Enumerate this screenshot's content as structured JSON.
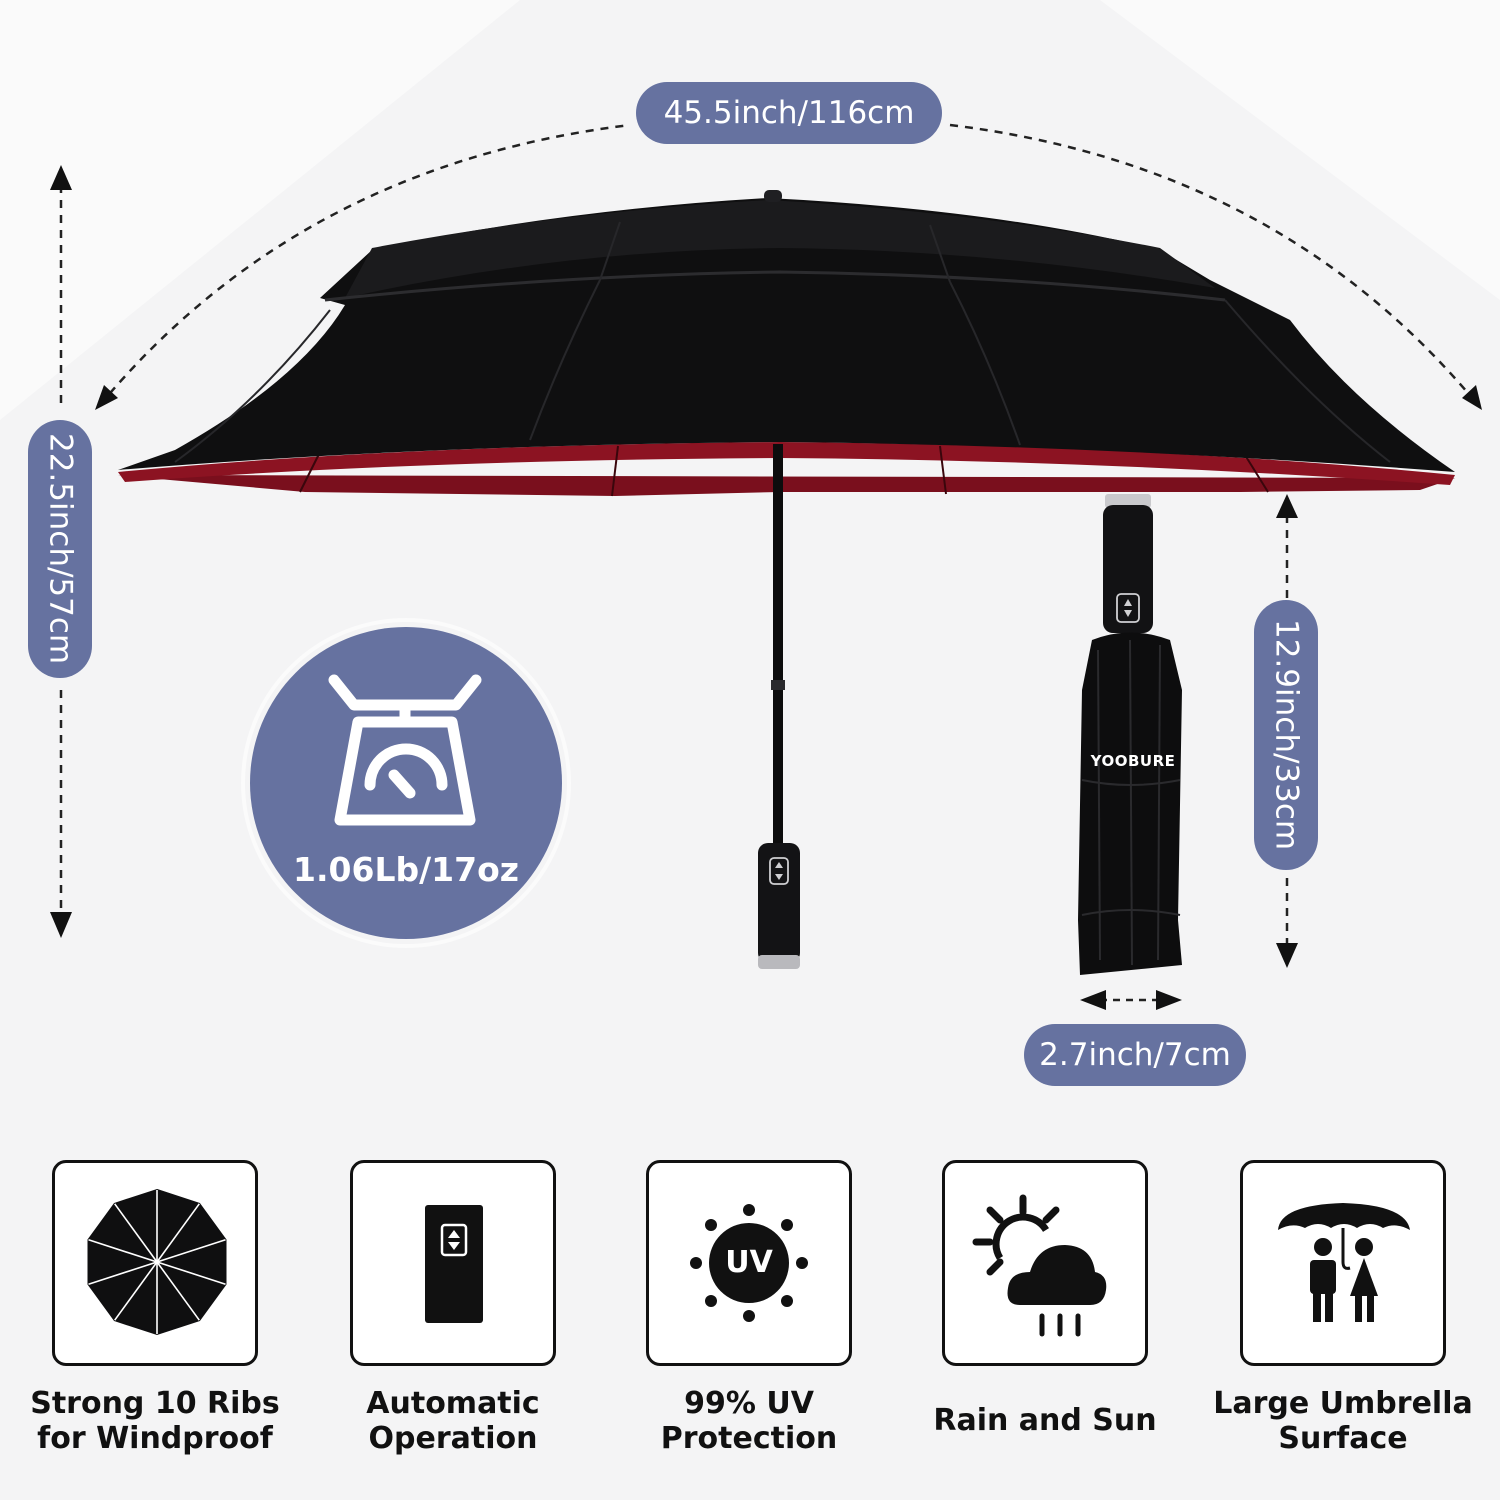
{
  "dimensions": {
    "width_label": "45.5inch/116cm",
    "height_label": "22.5inch/57cm",
    "folded_length_label": "12.9inch/33cm",
    "folded_width_label": "2.7inch/7cm"
  },
  "weight": {
    "label": "1.06Lb/17oz",
    "icon": "scale-icon"
  },
  "folded_umbrella": {
    "brand": "YOOBURE"
  },
  "features": [
    {
      "icon": "ten-ribs-icon",
      "line1": "Strong 10 Ribs",
      "line2": "for Windproof"
    },
    {
      "icon": "auto-button-icon",
      "line1": "Automatic",
      "line2": "Operation"
    },
    {
      "icon": "uv-sun-icon",
      "line1": "99% UV",
      "line2": "Protection",
      "badge": "UV"
    },
    {
      "icon": "rain-and-sun-icon",
      "line1": "Rain and Sun"
    },
    {
      "icon": "couple-under-umbrella-icon",
      "line1": "Large Umbrella",
      "line2": "Surface"
    }
  ],
  "colors": {
    "accent": "#6672a0",
    "canopy": "#0f0f10",
    "canopy_lining": "#7a0f1d",
    "background": "#f4f4f5"
  }
}
